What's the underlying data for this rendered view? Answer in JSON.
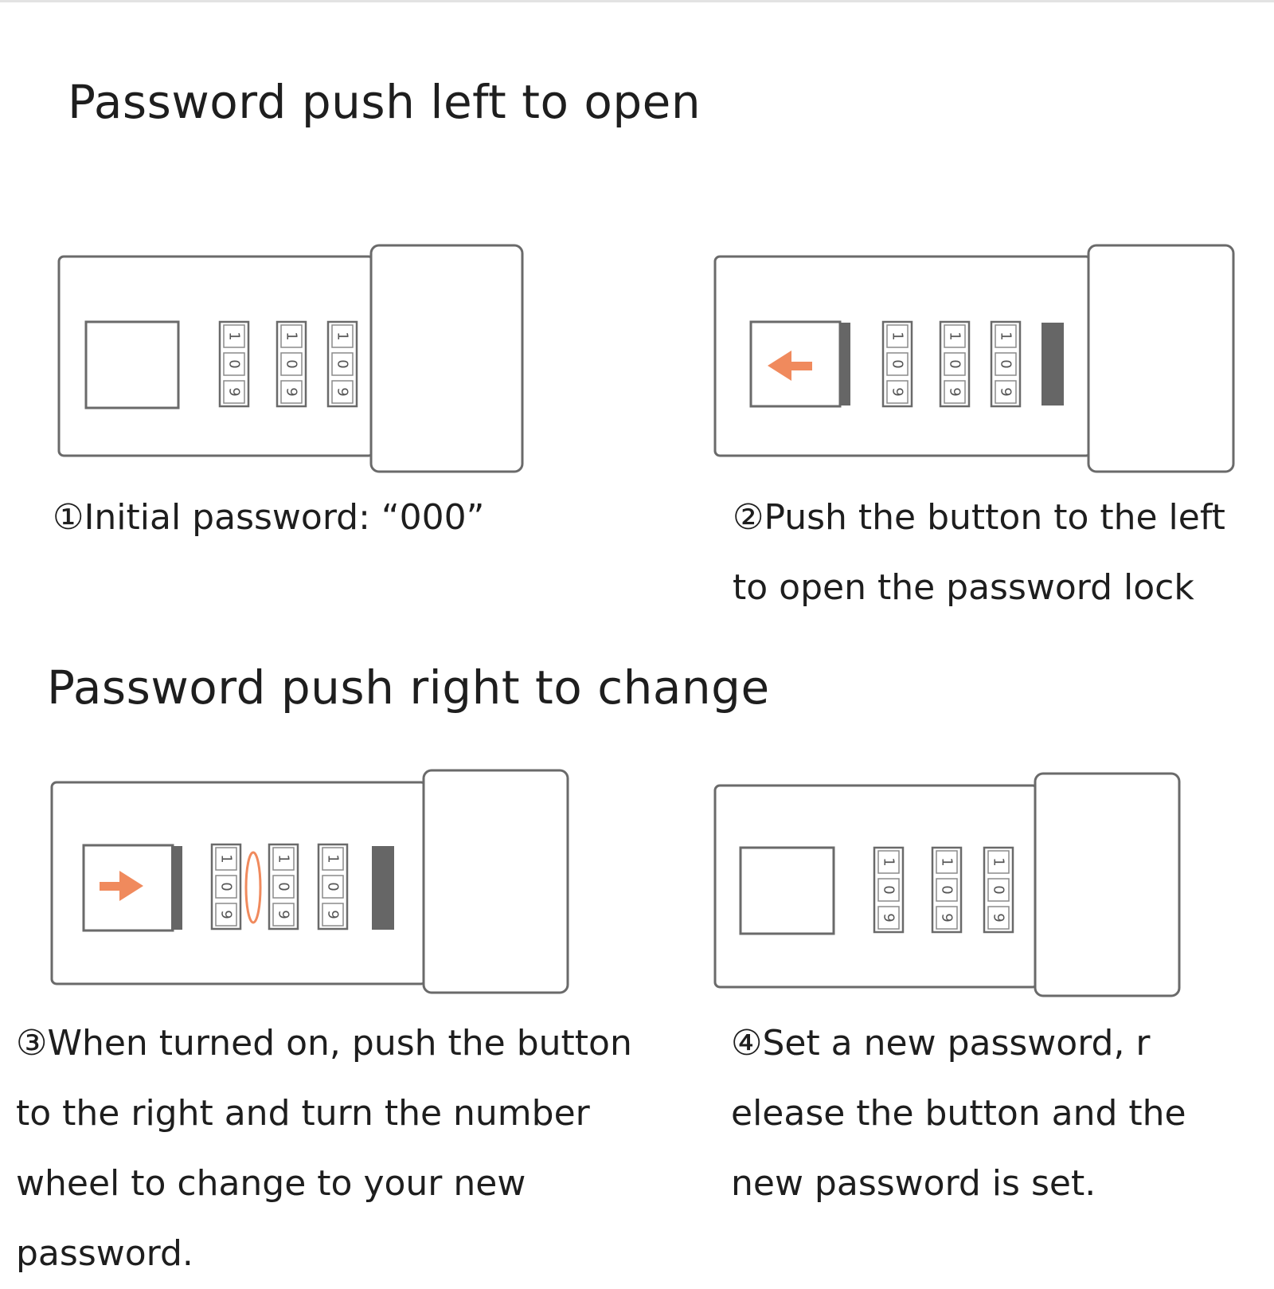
{
  "sections": {
    "open": {
      "heading": "Password push left to open"
    },
    "change": {
      "heading": "Password push right to change"
    }
  },
  "steps": [
    {
      "caption": [
        "①Initial password: “000”"
      ]
    },
    {
      "caption": [
        "②Push the button to the left",
        "to open the password lock"
      ]
    },
    {
      "caption": [
        "③When turned on, push the button",
        " to the right and turn the number",
        "wheel to change to your new",
        "password."
      ]
    },
    {
      "caption": [
        "④Set a new password, r",
        "elease the button and the",
        " new password is set."
      ]
    }
  ],
  "wheel_digits": [
    "1",
    "0",
    "9"
  ],
  "colors": {
    "accent": "#f08a5d",
    "outline": "#6a6a6a",
    "dark_bar": "#666666"
  },
  "icons": {
    "step2": "arrow-left-icon",
    "step3": "arrow-right-icon",
    "step3_turn": "rotate-wheel-icon"
  }
}
